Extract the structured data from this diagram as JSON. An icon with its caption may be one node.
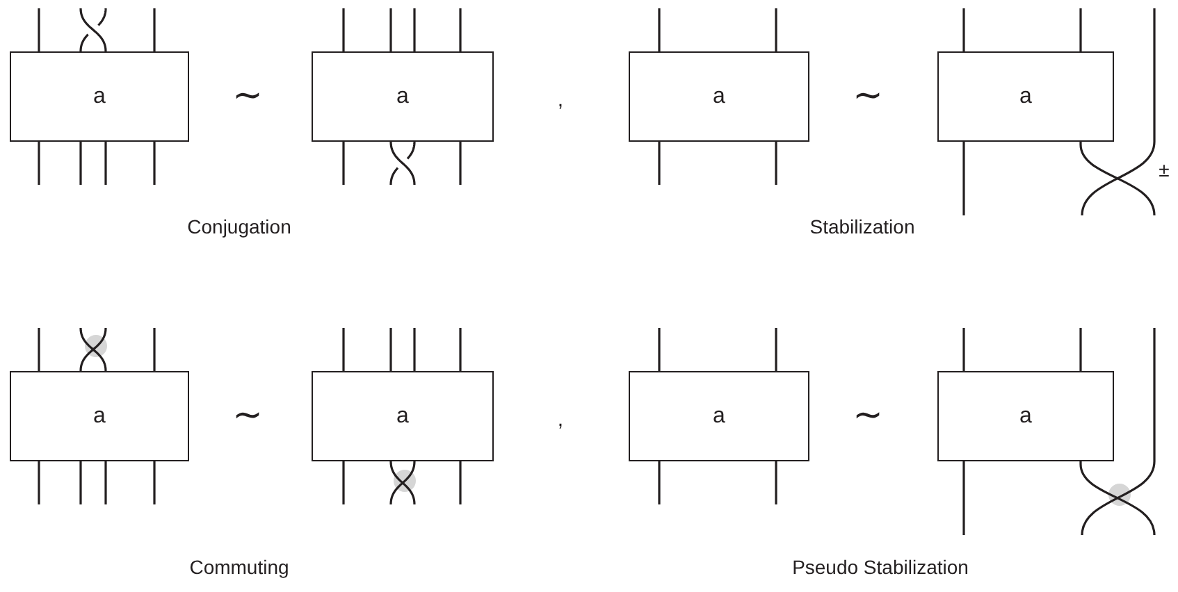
{
  "diagram": {
    "nodes": [
      {
        "text": [
          "a"
        ]
      },
      {
        "text": [
          "a"
        ]
      },
      {
        "text": [
          "a"
        ]
      },
      {
        "text": [
          "a"
        ]
      },
      {
        "text": [
          "a"
        ]
      },
      {
        "text": [
          "a"
        ]
      },
      {
        "text": [
          "a"
        ]
      },
      {
        "text": [
          "a"
        ]
      }
    ],
    "labels": [
      "∼",
      ",",
      "∼",
      "±",
      "Conjugation",
      "Stabilization",
      "∼",
      ",",
      "∼",
      "Commuting",
      "Pseudo Stabilization"
    ]
  }
}
